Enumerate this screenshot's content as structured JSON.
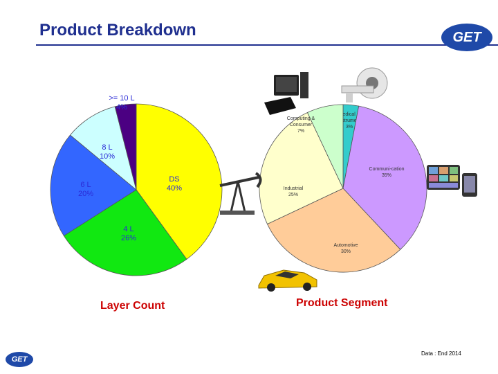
{
  "slide": {
    "title": "Product Breakdown",
    "logo_text": "GET",
    "footnote": "Data : End 2014"
  },
  "chart_data": [
    {
      "type": "pie",
      "title": "Layer Count",
      "slices": [
        {
          "label": "DS",
          "value": 40,
          "value_label": "40%",
          "color": "#ffff00"
        },
        {
          "label": "4 L",
          "value": 26,
          "value_label": "26%",
          "color": "#11e811"
        },
        {
          "label": "6 L",
          "value": 20,
          "value_label": "20%",
          "color": "#3366ff"
        },
        {
          "label": "8 L",
          "value": 10,
          "value_label": "10%",
          "color": "#ccffff"
        },
        {
          "label": ">= 10 L",
          "value": 4,
          "value_label": "4%",
          "color": "#4b0082"
        }
      ],
      "start": "12 o'clock",
      "direction": "clockwise"
    },
    {
      "type": "pie",
      "title": "Product Segment",
      "slices": [
        {
          "label": "Medical & Instrument",
          "value": 3,
          "value_label": "3%",
          "color": "#33cccc"
        },
        {
          "label": "Communi-cation",
          "value": 35,
          "value_label": "35%",
          "color": "#cc99ff"
        },
        {
          "label": "Automotive",
          "value": 30,
          "value_label": "30%",
          "color": "#ffcc99"
        },
        {
          "label": "Industrial",
          "value": 25,
          "value_label": "25%",
          "color": "#ffffcc"
        },
        {
          "label": "Computing & Consumer",
          "value": 7,
          "value_label": "7%",
          "color": "#ccffcc"
        }
      ],
      "start": "12 o'clock",
      "direction": "clockwise"
    }
  ],
  "icons": [
    "computer-icon",
    "ct-scanner-icon",
    "video-wall-icon",
    "phone-icon",
    "oil-pump-icon",
    "sports-car-icon"
  ]
}
